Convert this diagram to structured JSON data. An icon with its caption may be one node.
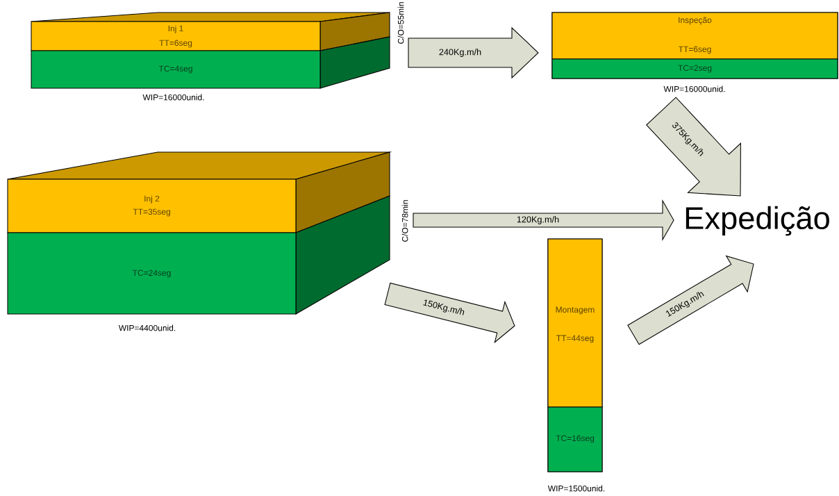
{
  "diagram": {
    "nodes": [
      {
        "text": [],
        "shape": "box",
        "beside": [
          "C/O=55min",
          "WIP=16000unid."
        ]
      },
      {
        "text": [
          "Inj 1",
          "TT=6seg"
        ],
        "in": 0
      },
      {
        "text": [
          "TC=4seg"
        ],
        "in": 0
      },
      {
        "text": [],
        "shape": "box",
        "beside": [
          "WIP=16000unid."
        ]
      },
      {
        "text": [
          "Inspeção",
          "TT=6seg"
        ],
        "in": 3
      },
      {
        "text": [
          "TC=2seg"
        ],
        "in": 3
      },
      {
        "text": [],
        "shape": "box",
        "beside": [
          "C/O=78min",
          "WIP=4400unid."
        ]
      },
      {
        "text": [
          "Inj 2",
          "TT=35seg"
        ],
        "in": 6
      },
      {
        "text": [
          "TC=24seg"
        ],
        "in": 6
      },
      {
        "text": [
          "Expedição"
        ]
      },
      {
        "text": [],
        "shape": "box",
        "beside": [
          "WIP=1500unid."
        ]
      },
      {
        "text": [
          "Montagem",
          "TT=44seg"
        ],
        "in": 10
      },
      {
        "text": [
          "TC=16seg"
        ],
        "in": 10
      }
    ],
    "edges": [
      {
        "from": 0,
        "to": 3,
        "arrow": "to",
        "label": "240Kg.m/h"
      },
      {
        "from": 3,
        "to": 9,
        "arrow": "to",
        "label": "375Kg.m/h"
      },
      {
        "from": 6,
        "to": 9,
        "arrow": "to",
        "label": "120Kg.m/h"
      },
      {
        "from": 6,
        "to": 10,
        "arrow": "to",
        "label": "150Kg.m/h"
      },
      {
        "from": 10,
        "to": 9,
        "arrow": "to",
        "label": "150Kg.m/h"
      }
    ]
  }
}
